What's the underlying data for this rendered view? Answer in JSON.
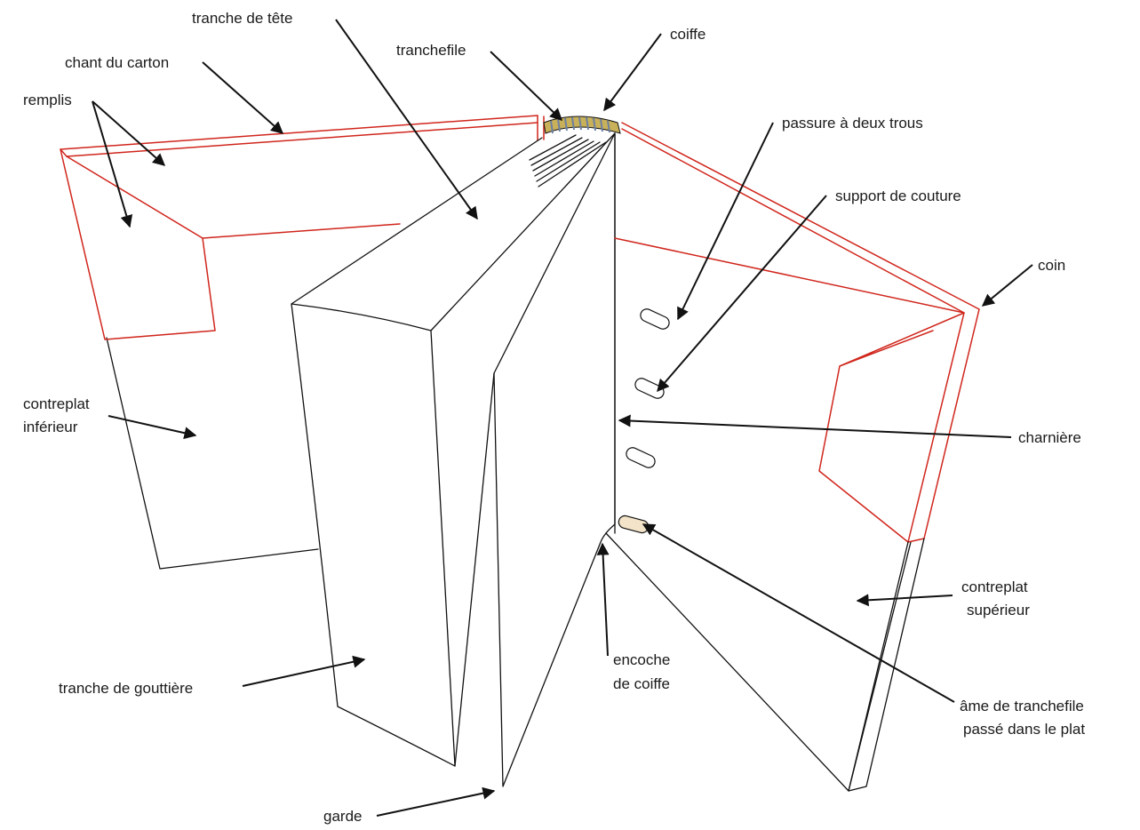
{
  "colors": {
    "outline": "#111111",
    "cover_board": "#d0261c",
    "background": "#ffffff",
    "headband_yellow": "#c9b15a",
    "headband_blue": "#6b7fa0"
  },
  "labels": {
    "tranche_de_tete": "tranche de tête",
    "chant_du_carton": "chant du carton",
    "remplis": "remplis",
    "tranchefile": "tranchefile",
    "coiffe": "coiffe",
    "passure": "passure à deux trous",
    "support_de_couture": "support de couture",
    "coin": "coin",
    "contreplat_inferieur_1": "contreplat",
    "contreplat_inferieur_2": "inférieur",
    "charniere": "charnière",
    "contreplat_superieur_1": "contreplat",
    "contreplat_superieur_2": "supérieur",
    "encoche_1": "encoche",
    "encoche_2": "de coiffe",
    "tranche_de_gouttiere": "tranche de gouttière",
    "ame_1": "âme de tranchefile",
    "ame_2": "passé dans le plat",
    "garde": "garde"
  }
}
